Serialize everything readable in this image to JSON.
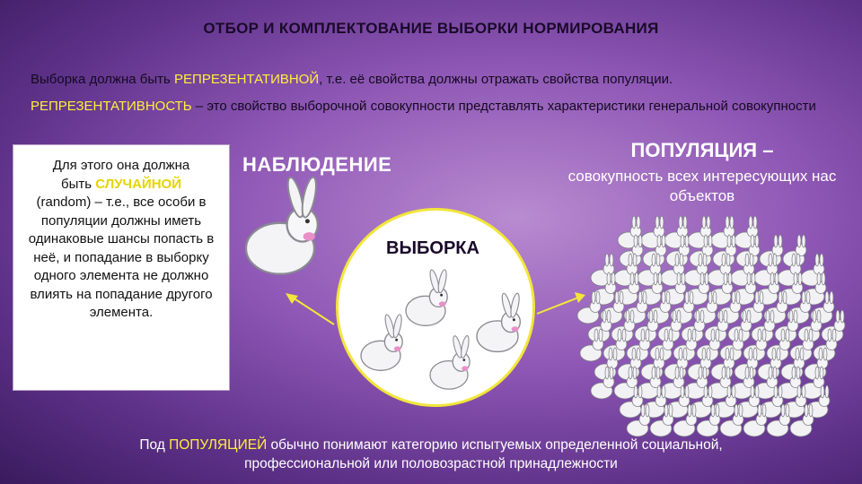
{
  "title": "ОТБОР И КОМПЛЕКТОВАНИЕ ВЫБОРКИ НОРМИРОВАНИЯ",
  "line1": {
    "pre": "Выборка должна быть ",
    "highlight": "РЕПРЕЗЕНТАТИВНОЙ",
    "post": ", т.е. её свойства должны отражать свойства популяции."
  },
  "line2": {
    "highlight": "РЕПРЕЗЕНТАТИВНОСТЬ",
    "post": " – это свойство выборочной совокупности представлять характеристики генеральной совокупности"
  },
  "box": {
    "l1": "Для этого она должна",
    "l2pre": "быть ",
    "l2hl": "СЛУЧАЙНОЙ",
    "rest": "(random) – т.е., все особи в популяции должны иметь одинаковые шансы попасть в неё, и попадание в выборку одного элемента не должно влиять на попадание другого элемента."
  },
  "observation": "НАБЛЮДЕНИЕ",
  "population": {
    "title": "ПОПУЛЯЦИЯ –",
    "desc": "совокупность всех интересующих нас объектов"
  },
  "sample": "ВЫБОРКА",
  "bottom": {
    "pre": "Под ",
    "highlight": "ПОПУЛЯЦИЕЙ",
    "post": " обычно понимают категорию испытуемых определенной социальной, профессиональной или половозрастной принадлежности"
  },
  "colors": {
    "highlight": "#ffef3a",
    "accent_circle": "#f3e63a"
  },
  "icons": {
    "rabbit": "rabbit-icon"
  }
}
